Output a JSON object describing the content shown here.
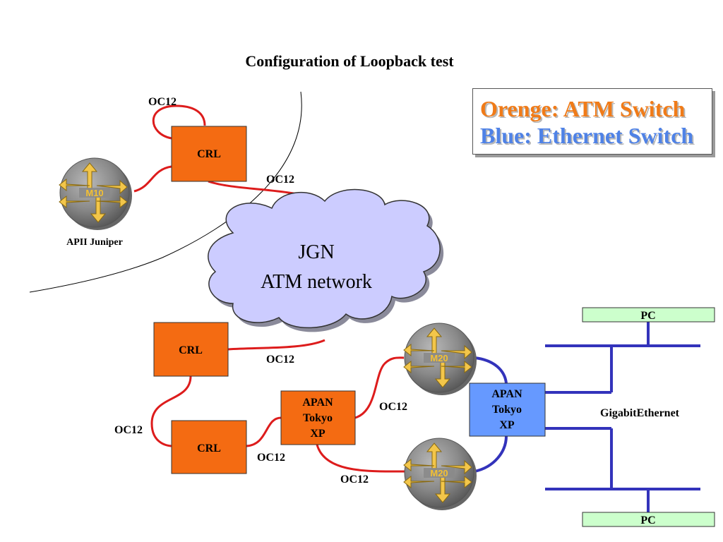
{
  "title": "Configuration of Loopback test",
  "legend": {
    "atm_line": "Orenge: ATM Switch",
    "ethernet_line": "Blue: Ethernet Switch"
  },
  "colors": {
    "atm_switch": "#f46b12",
    "ethernet_switch": "#6699ff",
    "atm_link": "#dd1c1c",
    "ethernet_link": "#3333bb",
    "cloud_fill": "#ccccff",
    "pc_fill": "#ccffcc"
  },
  "cloud": {
    "line1": "JGN",
    "line2": "ATM network"
  },
  "nodes": {
    "crl_top": "CRL",
    "crl_mid": "CRL",
    "crl_bottom": "CRL",
    "apan_atm": [
      "APAN",
      "Tokyo",
      "XP"
    ],
    "apan_eth": [
      "APAN",
      "Tokyo",
      "XP"
    ],
    "router_m10": {
      "model": "M10",
      "caption": "APII Juniper",
      "icon": "juniper-router-icon"
    },
    "router_m20_top": {
      "model": "M20",
      "icon": "juniper-router-icon"
    },
    "router_m20_bottom": {
      "model": "M20",
      "icon": "juniper-router-icon"
    },
    "pc_top": "PC",
    "pc_bottom": "PC"
  },
  "links": {
    "oc12_crl_loop": "OC12",
    "oc12_crl_jgn": "OC12",
    "oc12_jgn_crl": "OC12",
    "oc12_crl_crl": "OC12",
    "oc12_crl_apan": "OC12",
    "oc12_apan_m20_top": "OC12",
    "oc12_apan_m20_bottom": "OC12",
    "gigabit": "GigabitEthernet"
  }
}
